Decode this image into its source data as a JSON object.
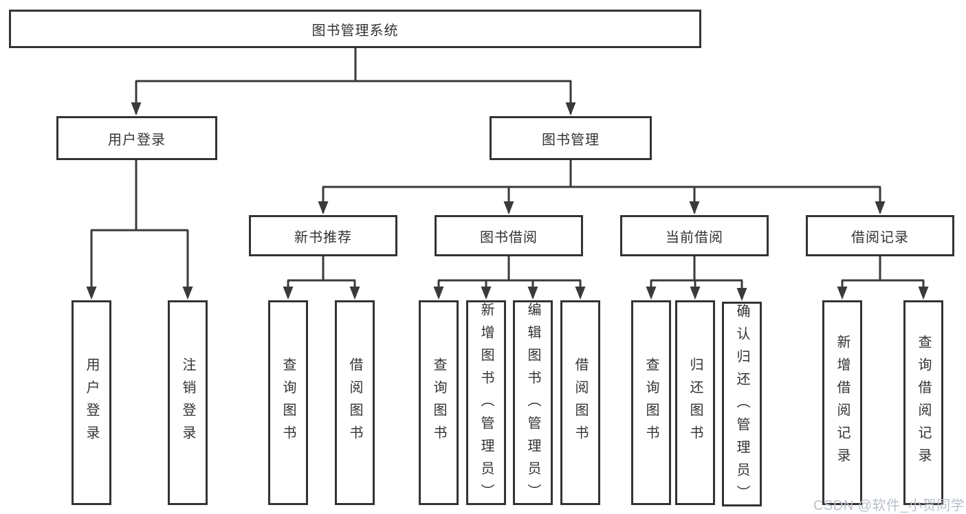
{
  "diagram_title": "图书管理系统",
  "watermark": "CSDN @软件_小贺同学",
  "colors": {
    "line": "#3a3a3a",
    "box_border": "#333333",
    "text": "#333333",
    "watermark": "#b9c0ca",
    "background": "#ffffff"
  },
  "tree": {
    "root": {
      "label": "图书管理系统",
      "children": [
        {
          "label": "用户登录",
          "children": [
            {
              "label": "用户登录"
            },
            {
              "label": "注销登录"
            }
          ]
        },
        {
          "label": "图书管理",
          "children": [
            {
              "label": "新书推荐",
              "children": [
                {
                  "label": "查询图书"
                },
                {
                  "label": "借阅图书"
                }
              ]
            },
            {
              "label": "图书借阅",
              "children": [
                {
                  "label": "查询图书"
                },
                {
                  "label": "新增图书（管理员）"
                },
                {
                  "label": "编辑图书（管理员）"
                },
                {
                  "label": "借阅图书"
                }
              ]
            },
            {
              "label": "当前借阅",
              "children": [
                {
                  "label": "查询图书"
                },
                {
                  "label": "归还图书"
                },
                {
                  "label": "确认归还（管理员）"
                }
              ]
            },
            {
              "label": "借阅记录",
              "children": [
                {
                  "label": "新增借阅记录"
                },
                {
                  "label": "查询借阅记录"
                }
              ]
            }
          ]
        }
      ]
    }
  }
}
